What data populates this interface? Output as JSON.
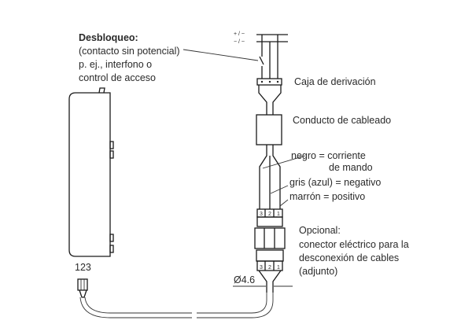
{
  "unlock": {
    "title": "Desbloqueo:",
    "lines": [
      "(contacto sin potencial)",
      "p. ej., interfono o",
      "control de acceso"
    ]
  },
  "bus": {
    "plus": "+ / ~",
    "minus": "− / ~"
  },
  "labels": {
    "junction_box": "Caja de derivación",
    "conduit": "Conducto de cableado",
    "black": "negro = corriente",
    "black2": "de mando",
    "grey": "gris (azul) = negativo",
    "brown": "marrón = positivo",
    "optional": [
      "Opcional:",
      "conector eléctrico para la",
      "desconexión de cables",
      "(adjunto)"
    ],
    "diameter": "Ø4.6",
    "pins": "123",
    "terminal_numbers": [
      "3",
      "2",
      "1"
    ]
  }
}
